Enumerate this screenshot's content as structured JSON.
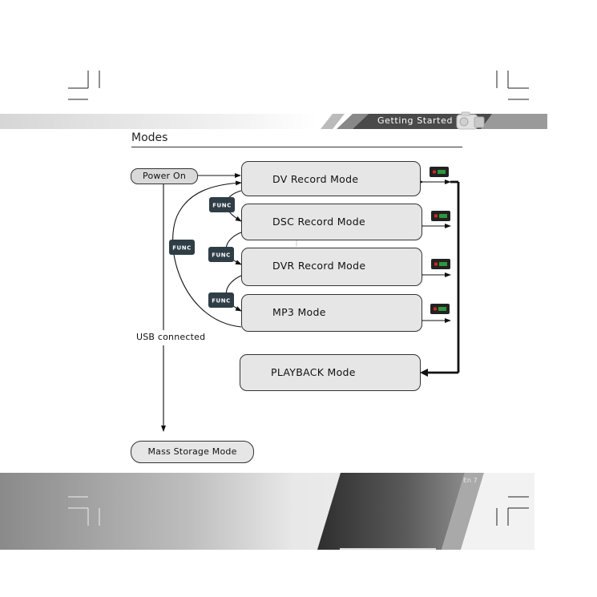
{
  "header": {
    "section_title": "Getting Started"
  },
  "page": {
    "title": "Modes",
    "page_number": "En 7"
  },
  "diagram": {
    "start": "Power On",
    "modes": [
      "DV Record Mode",
      "DSC Record Mode",
      "DVR Record Mode",
      "MP3 Mode"
    ],
    "playback": "PLAYBACK Mode",
    "usb_label": "USB connected",
    "storage": "Mass Storage Mode",
    "func_label": "FUNC"
  }
}
